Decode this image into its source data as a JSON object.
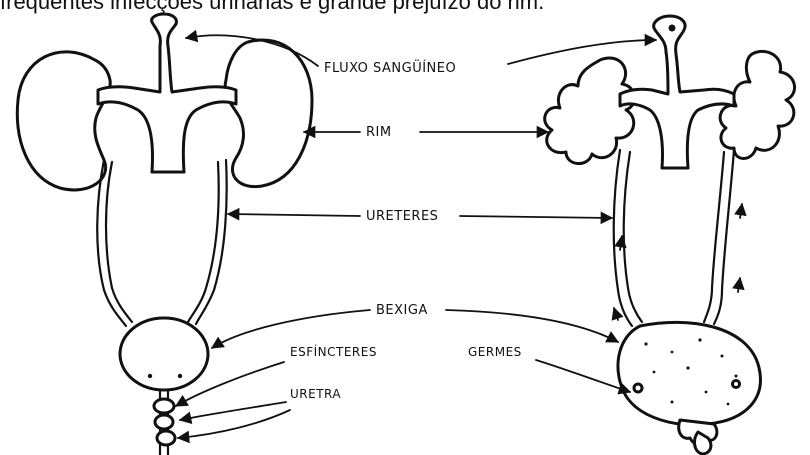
{
  "caption_fragment": "frequentes infecções urinárias e grande prejuízo do rim.",
  "labels": {
    "blood_flow": "FLUXO SANGÜÍNEO",
    "kidney": "RIM",
    "ureters": "URETERES",
    "bladder": "BEXIGA",
    "sphincters": "ESFÍNCTERES",
    "urethra": "URETRA",
    "germs": "GERMES"
  },
  "colors": {
    "ink": "#111111",
    "paper": "#ffffff"
  }
}
